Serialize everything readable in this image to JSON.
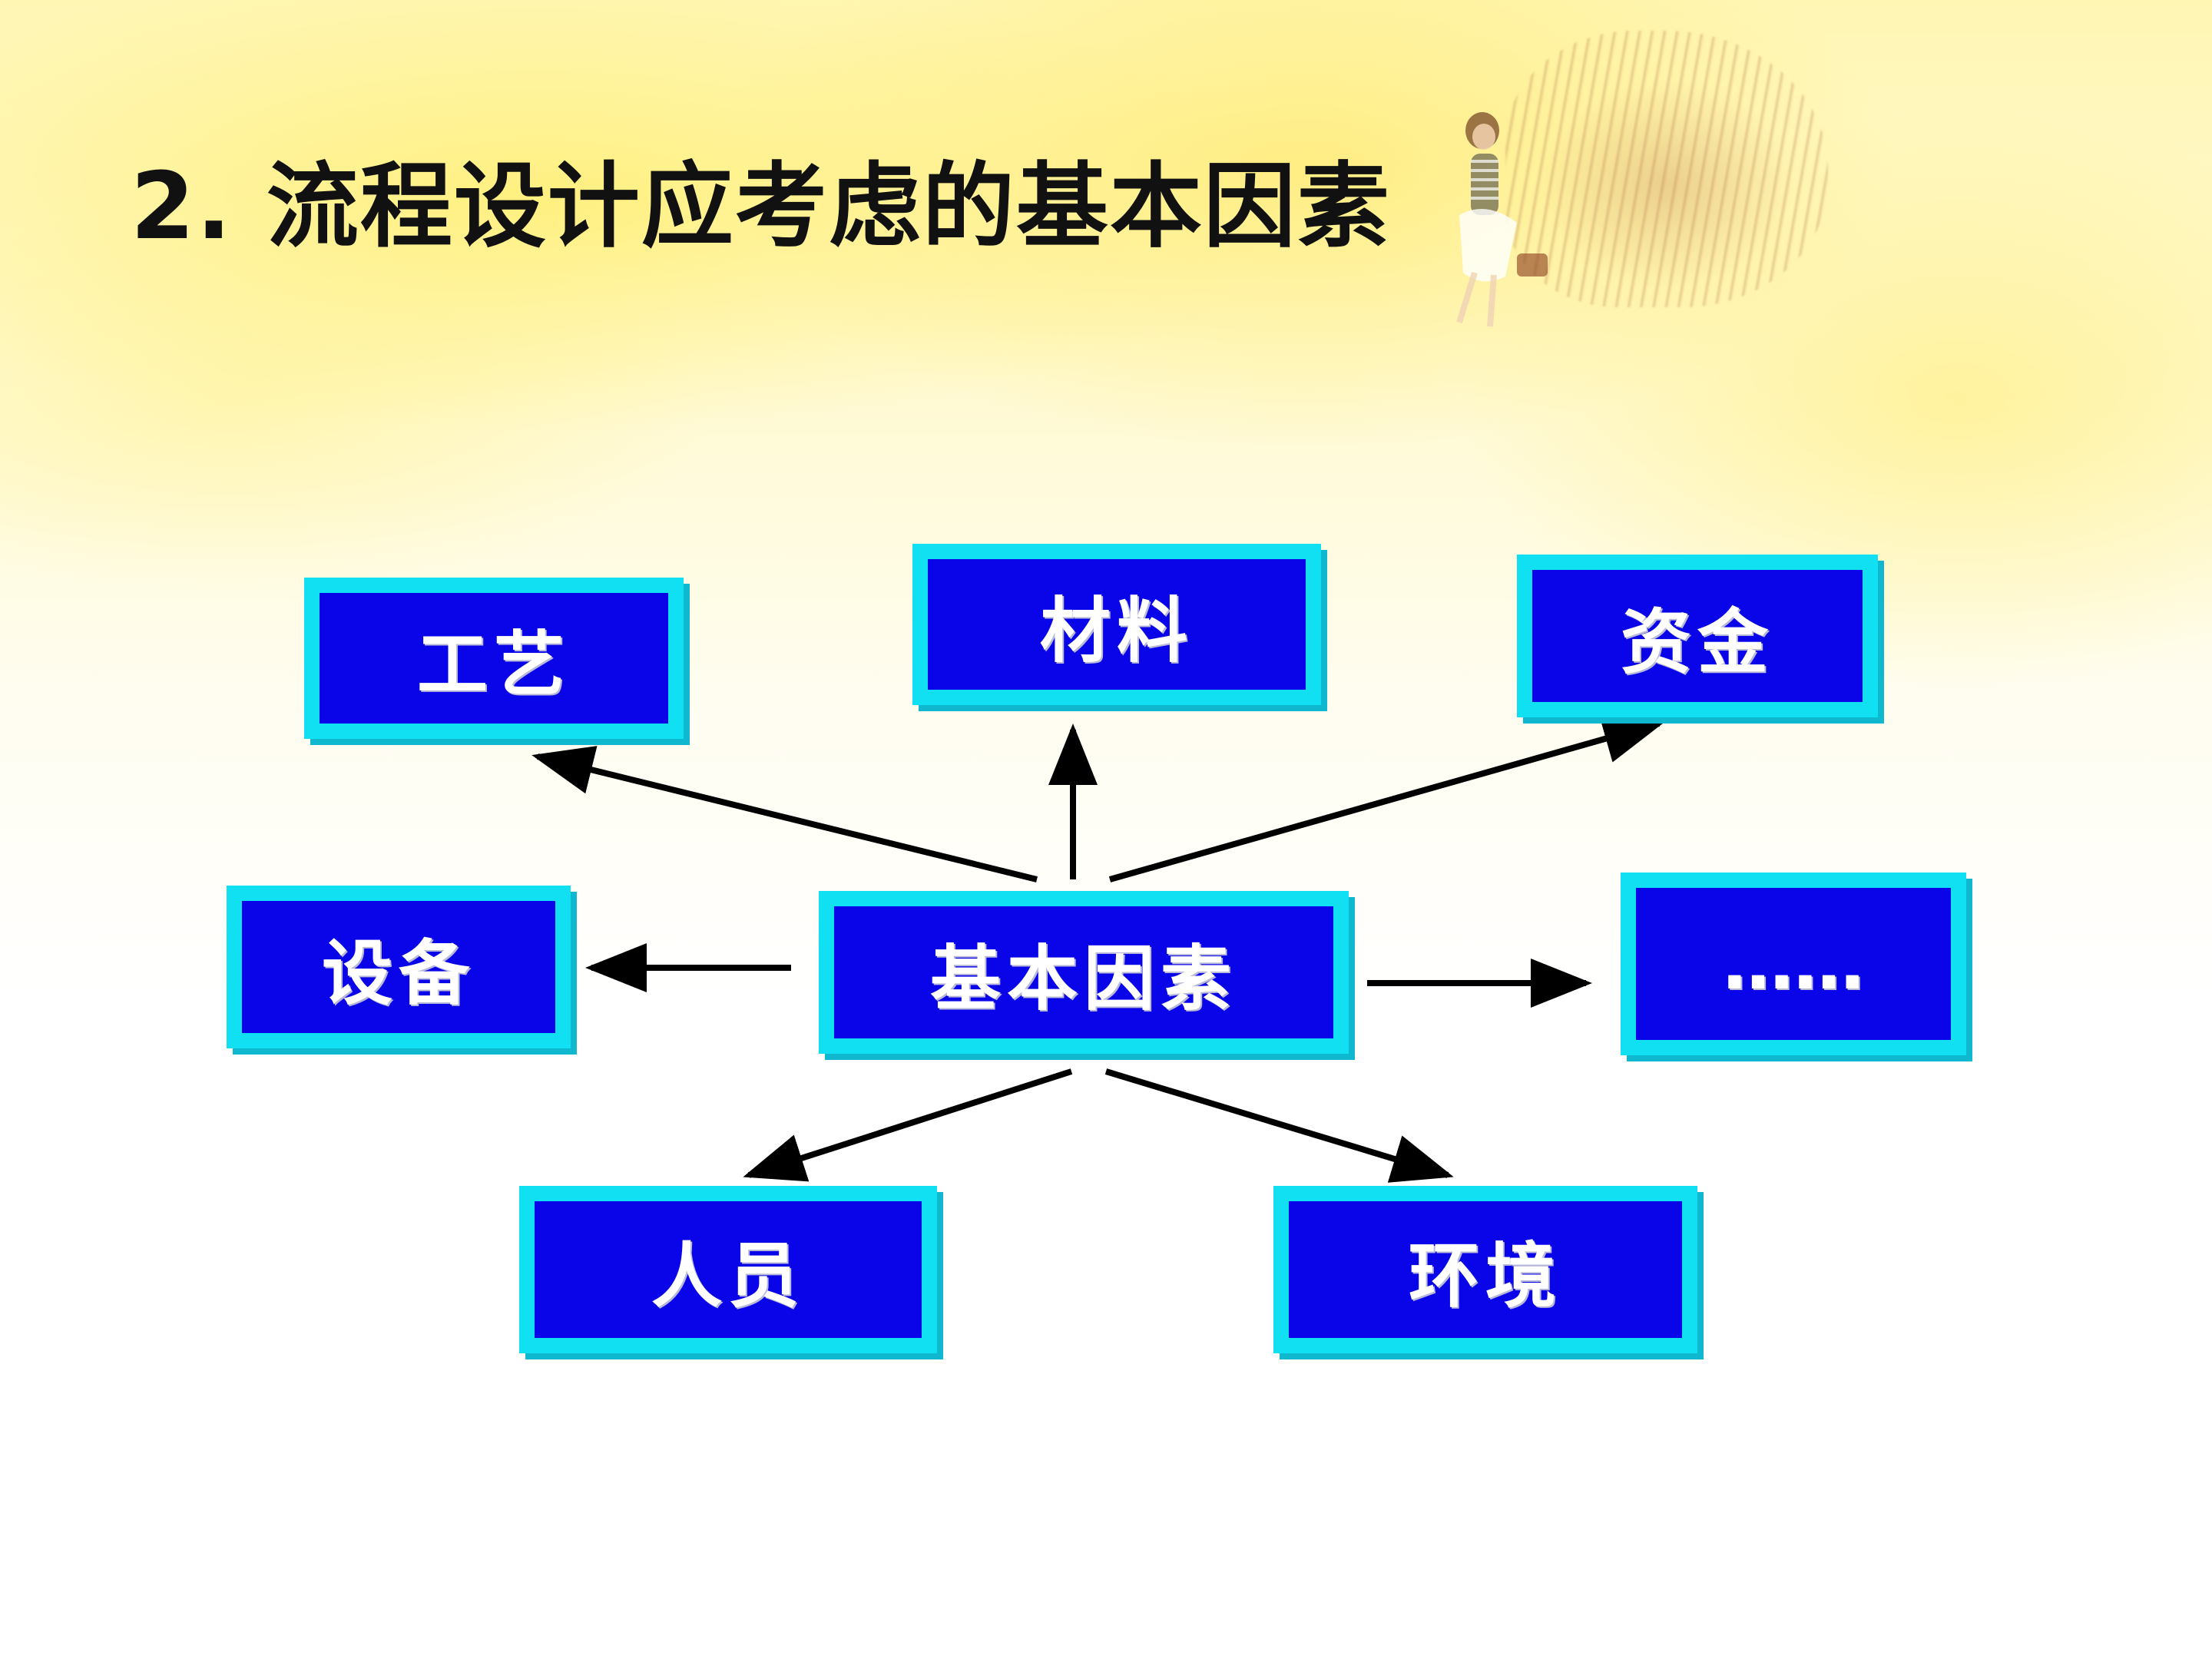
{
  "slide": {
    "title": "2. 流程设计应考虑的基本因素"
  },
  "diagram": {
    "center": {
      "label": "基本因素"
    },
    "factors": [
      {
        "id": "gongyi",
        "label": "工艺"
      },
      {
        "id": "cailiao",
        "label": "材料"
      },
      {
        "id": "zijin",
        "label": "资金"
      },
      {
        "id": "shebei",
        "label": "设备"
      },
      {
        "id": "more",
        "label": "……"
      },
      {
        "id": "renyuan",
        "label": "人员"
      },
      {
        "id": "huanjing",
        "label": "环境"
      }
    ]
  },
  "colors": {
    "box_fill": "#0a05e8",
    "box_border": "#11e0f2",
    "box_text": "#ffffff",
    "arrow": "#000000",
    "title_text": "#111111"
  }
}
